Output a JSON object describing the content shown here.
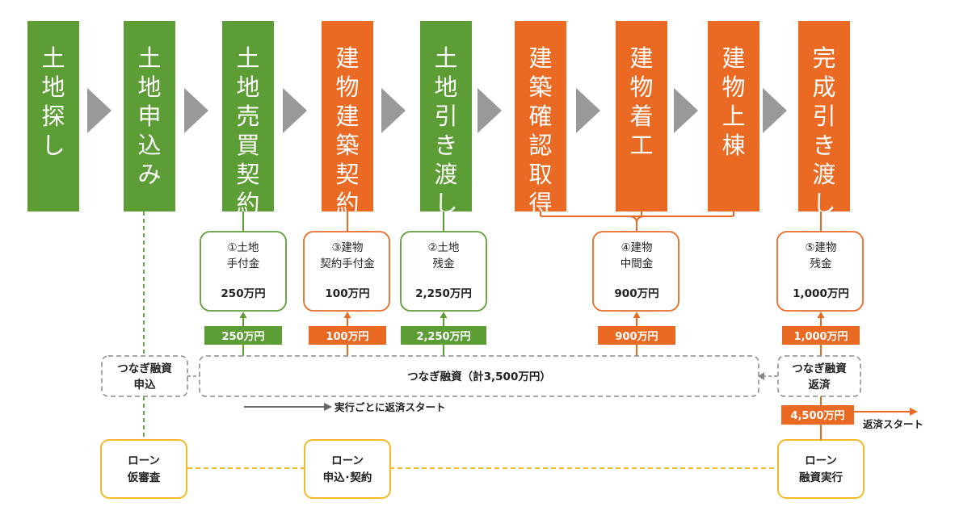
{
  "colors": {
    "green": "#5c9d36",
    "orange": "#ea6a24",
    "gray": "#999999",
    "yellow": "#f5b928"
  },
  "steps": [
    {
      "chars": [
        "土",
        "地",
        "探",
        "し"
      ],
      "color": "green"
    },
    {
      "chars": [
        "土",
        "地",
        "申",
        "込",
        "み"
      ],
      "color": "green"
    },
    {
      "chars": [
        "土",
        "地",
        "売",
        "買",
        "契",
        "約"
      ],
      "color": "green"
    },
    {
      "chars": [
        "建",
        "物",
        "建",
        "築",
        "契",
        "約"
      ],
      "color": "orange"
    },
    {
      "chars": [
        "土",
        "地",
        "引",
        "き",
        "渡",
        "し"
      ],
      "color": "green"
    },
    {
      "chars": [
        "建",
        "築",
        "確",
        "認",
        "取",
        "得"
      ],
      "color": "orange"
    },
    {
      "chars": [
        "建",
        "物",
        "着",
        "工"
      ],
      "color": "orange"
    },
    {
      "chars": [
        "建",
        "物",
        "上",
        "棟"
      ],
      "color": "orange"
    },
    {
      "chars": [
        "完",
        "成",
        "引",
        "き",
        "渡",
        "し"
      ],
      "color": "orange"
    }
  ],
  "payments": [
    {
      "line1": "①土地",
      "line2": "手付金",
      "amount": "250万円",
      "tag": "250万円",
      "color": "green"
    },
    {
      "line1": "③建物",
      "line2": "契約手付金",
      "amount": "100万円",
      "tag": "100万円",
      "color": "orange"
    },
    {
      "line1": "②土地",
      "line2": "残金",
      "amount": "2,250万円",
      "tag": "2,250万円",
      "color": "green"
    },
    {
      "line1": "④建物",
      "line2": "中間金",
      "amount": "900万円",
      "tag": "900万円",
      "color": "orange"
    },
    {
      "line1": "⑤建物",
      "line2": "残金",
      "amount": "1,000万円",
      "tag": "1,000万円",
      "color": "orange"
    }
  ],
  "bridge": {
    "apply": [
      "つなぎ融資",
      "申込"
    ],
    "main": "つなぎ融資（計3,500万円）",
    "repay": [
      "つなぎ融資",
      "返済"
    ],
    "repay_start_note": "実行ごとに返済スタート"
  },
  "loan": {
    "pre_review": [
      "ローン",
      "仮審査"
    ],
    "apply_contract": [
      "ローン",
      "申込･契約"
    ],
    "execution": [
      "ローン",
      "融資実行"
    ],
    "total_tag": "4,500万円",
    "repay_start": "返済スタート"
  }
}
